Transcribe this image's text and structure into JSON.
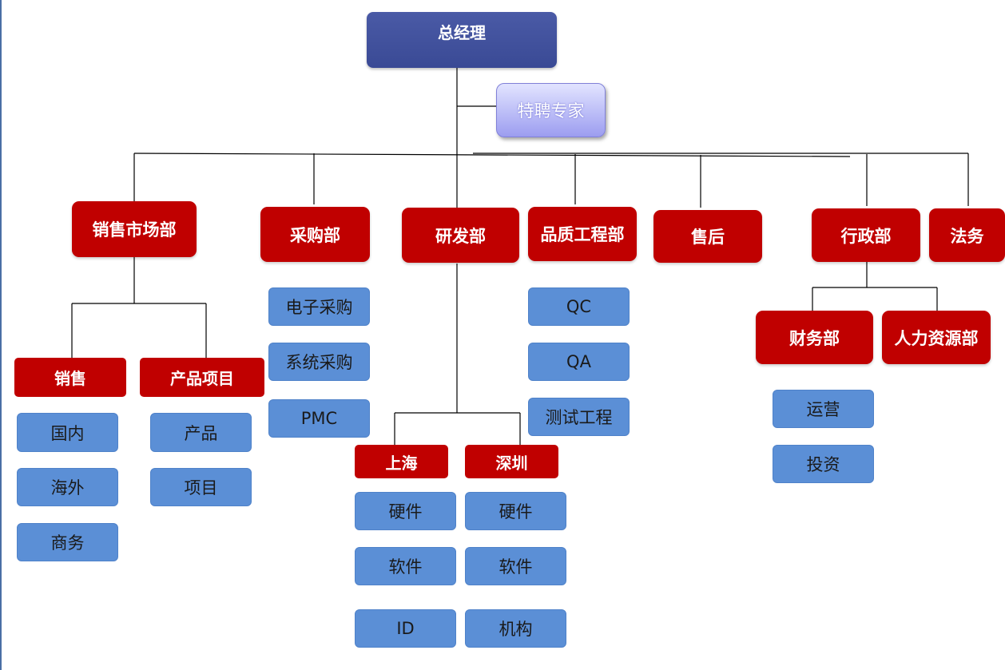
{
  "org": {
    "general_manager": "总经理",
    "special_expert": "特聘专家",
    "sales_marketing": {
      "label": "销售市场部",
      "sales": {
        "label": "销售",
        "items": [
          "国内",
          "海外",
          "商务"
        ]
      },
      "product_project": {
        "label": "产品项目",
        "items": [
          "产品",
          "项目"
        ]
      }
    },
    "purchasing": {
      "label": "采购部",
      "items": [
        "电子采购",
        "系统采购",
        "PMC"
      ]
    },
    "rnd": {
      "label": "研发部",
      "shanghai": {
        "label": "上海",
        "items": [
          "硬件",
          "软件",
          "ID"
        ]
      },
      "shenzhen": {
        "label": "深圳",
        "items": [
          "硬件",
          "软件",
          "机构"
        ]
      }
    },
    "quality": {
      "label": "品质工程部",
      "items": [
        "QC",
        "QA",
        "测试工程"
      ]
    },
    "after_sales": {
      "label": "售后"
    },
    "admin": {
      "label": "行政部",
      "finance": {
        "label": "财务部",
        "items": [
          "运营",
          "投资"
        ]
      },
      "hr": {
        "label": "人力资源部"
      }
    },
    "legal": {
      "label": "法务"
    }
  },
  "colors": {
    "general_manager": "#3f4f9b",
    "department": "#c00000",
    "leaf": "#5b8fd6",
    "expert": "#b3b5f5",
    "connector": "#000000"
  }
}
